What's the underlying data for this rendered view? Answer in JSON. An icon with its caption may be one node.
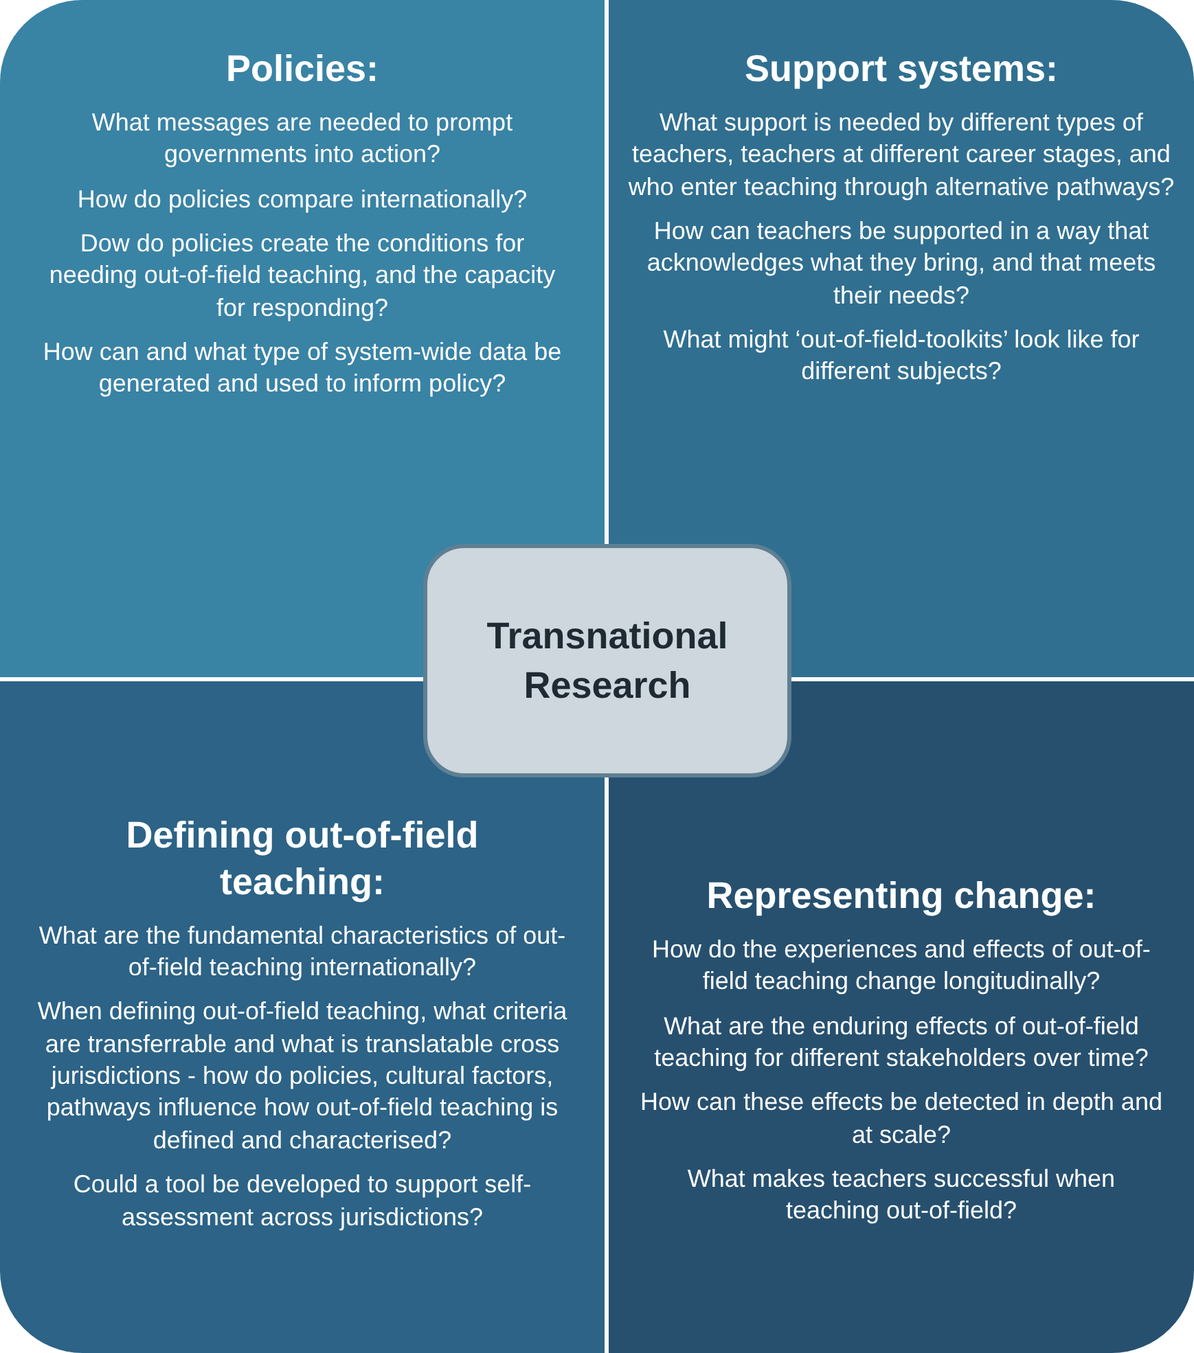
{
  "diagram": {
    "nodes": [
      {
        "text": [
          "Policies:",
          "What messages are needed to prompt governments into action?",
          "How do policies compare internationally?",
          "Dow do policies create the conditions for needing out-of-field teaching, and the capacity for responding?",
          "How can and what type of  system-wide data be generated and used to inform policy?"
        ]
      },
      {
        "text": [
          "Support systems:",
          "What support is needed by different types of teachers, teachers at different career stages, and who enter teaching through alternative pathways?",
          "How can teachers be supported in a way that acknowledges what they bring, and that meets their needs?",
          "What might ‘out-of-field-toolkits’ look like for different subjects?"
        ]
      },
      {
        "text": [
          "Transnational Research"
        ]
      },
      {
        "text": [
          "Defining out-of-field teaching:",
          "What are the fundamental characteristics of out-of-field teaching internationally?",
          "When defining out-of-field teaching, what criteria are transferrable and what is translatable cross jurisdictions - how do policies, cultural factors, pathways influence how out-of-field teaching is defined and characterised?",
          "Could a tool be developed to support self-assessment across jurisdictions?"
        ]
      },
      {
        "text": [
          "Representing change:",
          "How do the experiences and effects of out-of-field teaching change longitudinally?",
          "What are the enduring effects of out-of-field teaching for different stakeholders over time?",
          "How can these effects be detected in depth and at scale?",
          "What makes teachers successful when teaching out-of-field?"
        ]
      }
    ]
  }
}
